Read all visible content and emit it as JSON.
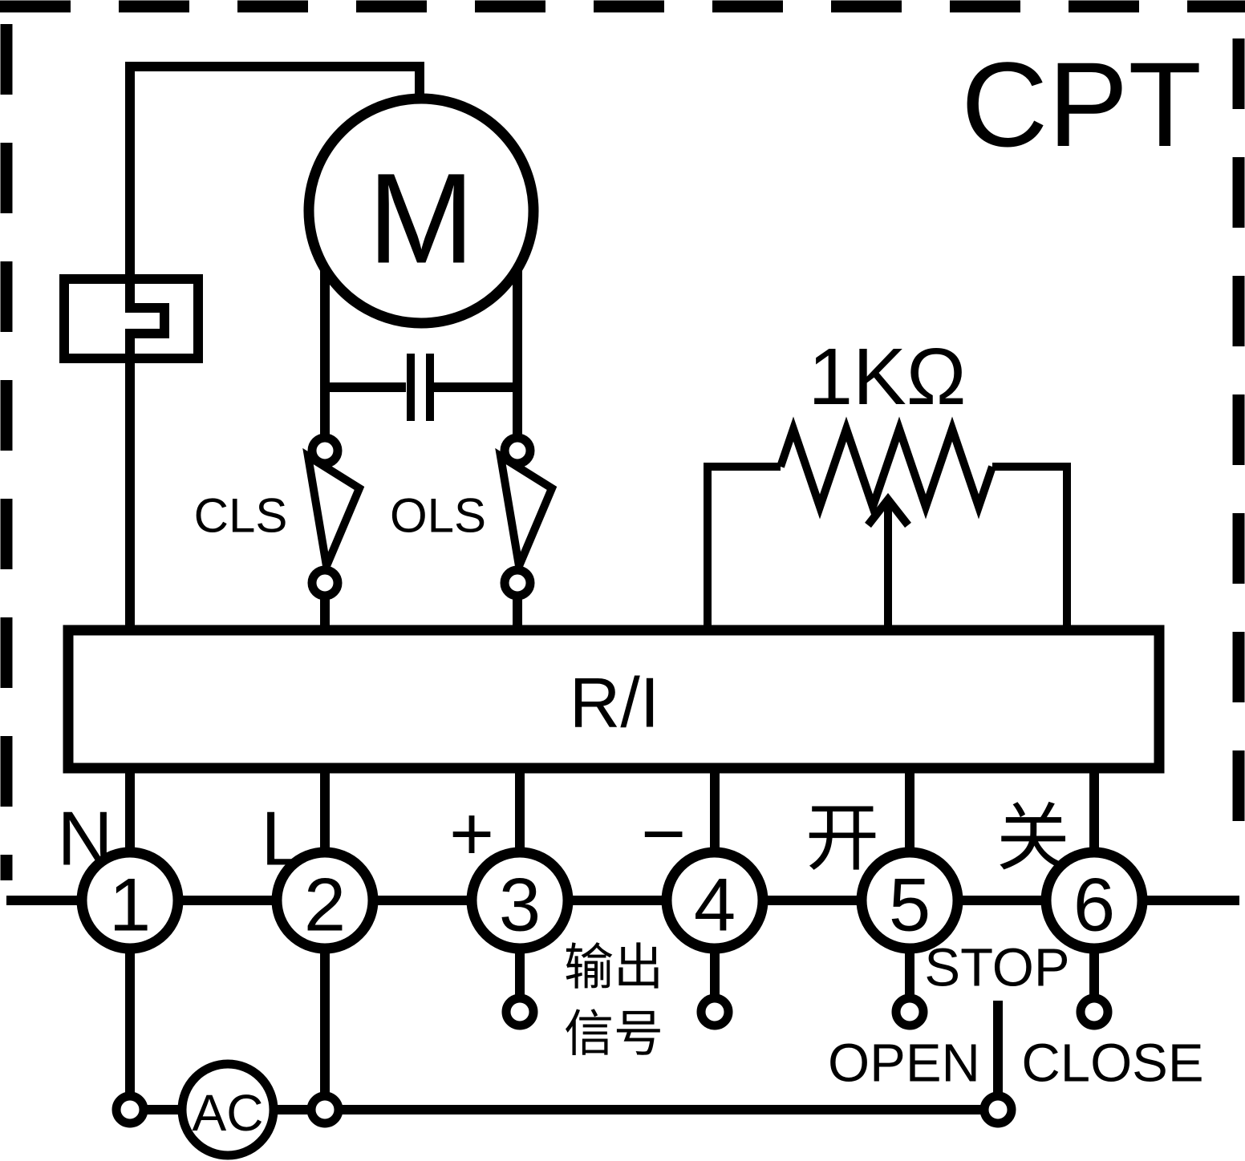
{
  "diagram": {
    "title": "CPT",
    "module_label": "R/I",
    "motor_label": "M",
    "power_source_label": "AC",
    "potentiometer_label": "1KΩ",
    "close_limit_switch_label": "CLS",
    "open_limit_switch_label": "OLS",
    "output_signal_label_line1": "输出",
    "output_signal_label_line2": "信号",
    "stop_label": "STOP",
    "open_label": "OPEN",
    "close_label": "CLOSE",
    "terminals": [
      {
        "number": "1",
        "label": "N"
      },
      {
        "number": "2",
        "label": "L"
      },
      {
        "number": "3",
        "label": "+"
      },
      {
        "number": "4",
        "label": "−"
      },
      {
        "number": "5",
        "label": "开"
      },
      {
        "number": "6",
        "label": "关"
      }
    ],
    "colors": {
      "line": "#000000",
      "background": "#ffffff"
    }
  }
}
